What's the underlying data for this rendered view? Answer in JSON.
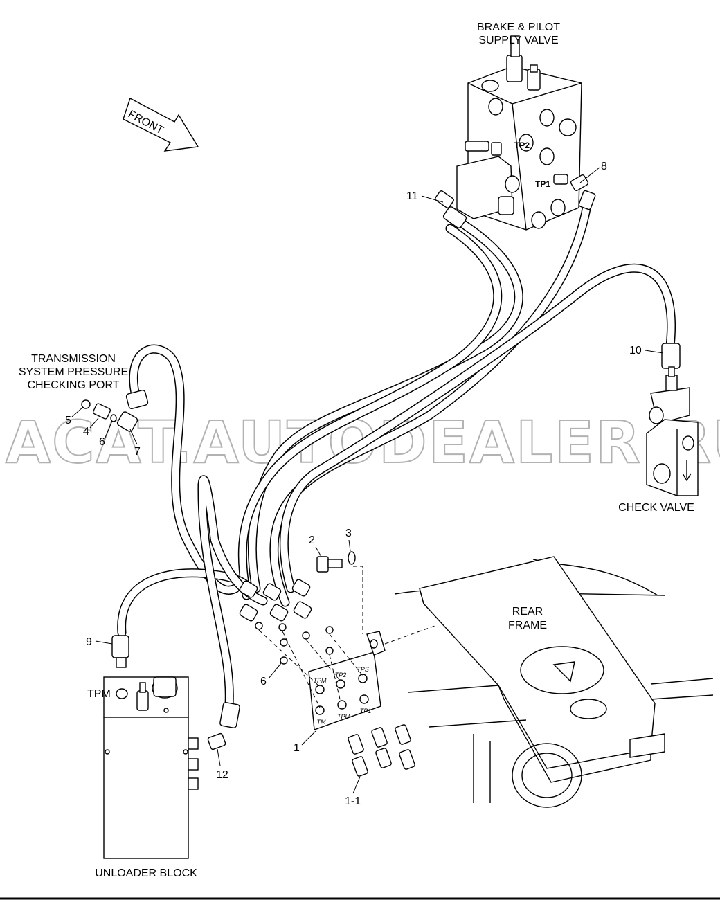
{
  "labels": {
    "brake_valve_1": "BRAKE & PILOT",
    "brake_valve_2": "SUPPLY VALVE",
    "front": "FRONT",
    "trans_1": "TRANSMISSION",
    "trans_2": "SYSTEM PRESSURE",
    "trans_3": "CHECKING PORT",
    "check_valve": "CHECK VALVE",
    "rear_frame_1": "REAR",
    "rear_frame_2": "FRAME",
    "unloader_block": "UNLOADER BLOCK",
    "tpm_port": "TPM"
  },
  "callouts": {
    "c1": "1",
    "c1_1": "1-1",
    "c2": "2",
    "c3": "3",
    "c4": "4",
    "c5": "5",
    "c6a": "6",
    "c6b": "6",
    "c7": "7",
    "c8": "8",
    "c9": "9",
    "c10": "10",
    "c11": "11",
    "c12": "12"
  },
  "bracket_ports": {
    "tpm": "TPM",
    "tp2": "TP2",
    "tps": "TPS",
    "tm": "TM",
    "tpu": "TPU",
    "tp1": "TP1"
  },
  "valve_ports": {
    "tp1": "TP1",
    "tp2": "TP2"
  },
  "watermark": "ACAT.AUTODEALER.RU"
}
